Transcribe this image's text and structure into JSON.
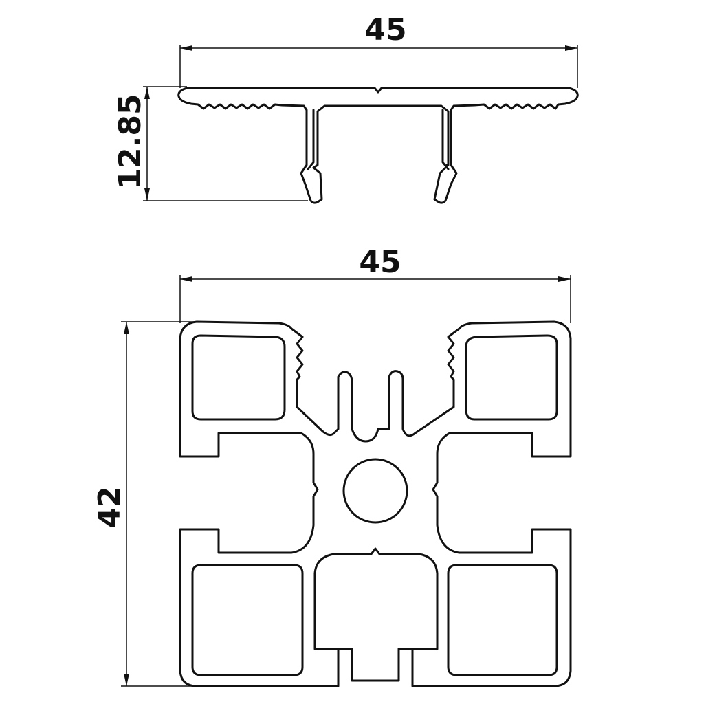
{
  "top_view": {
    "width_label": "45",
    "height_label": "12.85"
  },
  "bottom_view": {
    "width_label": "45",
    "height_label": "42"
  },
  "colors": {
    "line": "#111111",
    "background": "#ffffff"
  }
}
